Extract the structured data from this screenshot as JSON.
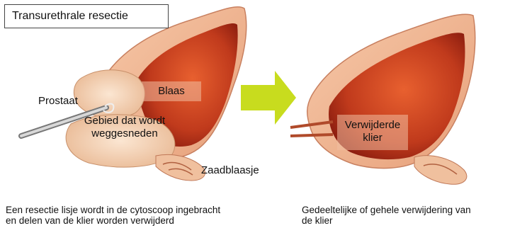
{
  "title": "Transurethrale resectie",
  "left_panel": {
    "labels": {
      "prostate": "Prostaat",
      "bladder": "Blaas",
      "resected_area_line1": "Gebied dat wordt",
      "resected_area_line2": "weggesneden",
      "seminal_vesicle": "Zaadblaasje"
    },
    "caption_line1": "Een resectie lisje wordt in de cytoscoop ingebracht",
    "caption_line2": "en delen van de klier worden verwijderd"
  },
  "arrow": {
    "color": "#c8dc1e",
    "icon": "right-arrow-icon"
  },
  "right_panel": {
    "labels": {
      "removed_gland_line1": "Verwijderde",
      "removed_gland_line2": "klier"
    },
    "caption_line1": "Gedeeltelijke of gehele verwijdering van",
    "caption_line2": "de klier"
  },
  "colors": {
    "tissue_dark": "#8a1a0e",
    "tissue_mid": "#c8452a",
    "tissue_light": "#f2b995",
    "prostate_fill": "#f3d2b6",
    "arrow_green": "#c8dc1e"
  }
}
